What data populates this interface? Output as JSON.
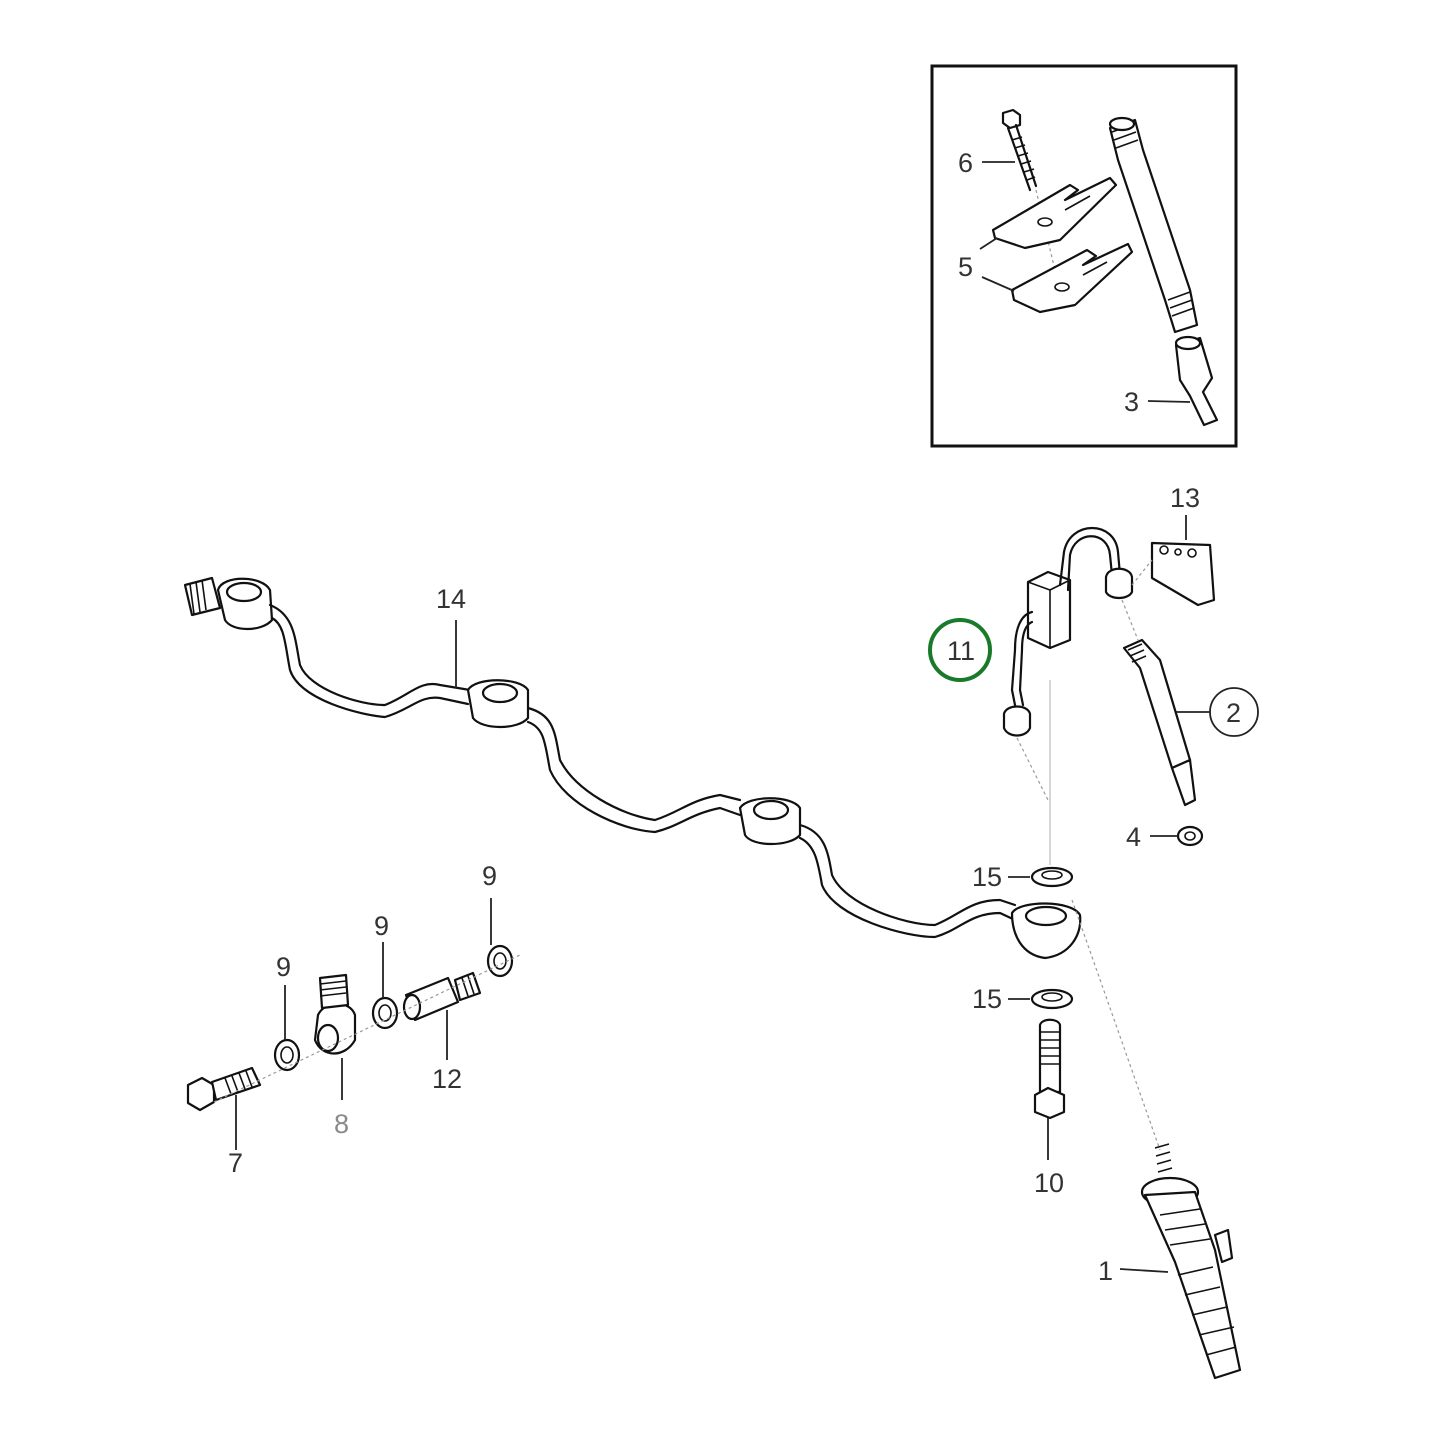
{
  "diagram": {
    "type": "exploded-parts-diagram",
    "subject": "fuel injection lines and injectors",
    "highlight_color": "#1a7a2a",
    "inset_border_color": "#111111",
    "highlighted_part": "11",
    "callouts": {
      "c1": "1",
      "c2": "2",
      "c3": "3",
      "c4": "4",
      "c5": "5",
      "c6": "6",
      "c7": "7",
      "c8": "8",
      "c9a": "9",
      "c9b": "9",
      "c9c": "9",
      "c10": "10",
      "c11": "11",
      "c12": "12",
      "c13": "13",
      "c14": "14",
      "c15a": "15",
      "c15b": "15"
    },
    "circled_callouts": [
      "2",
      "11"
    ],
    "inset_parts": [
      "3",
      "5",
      "6"
    ]
  }
}
